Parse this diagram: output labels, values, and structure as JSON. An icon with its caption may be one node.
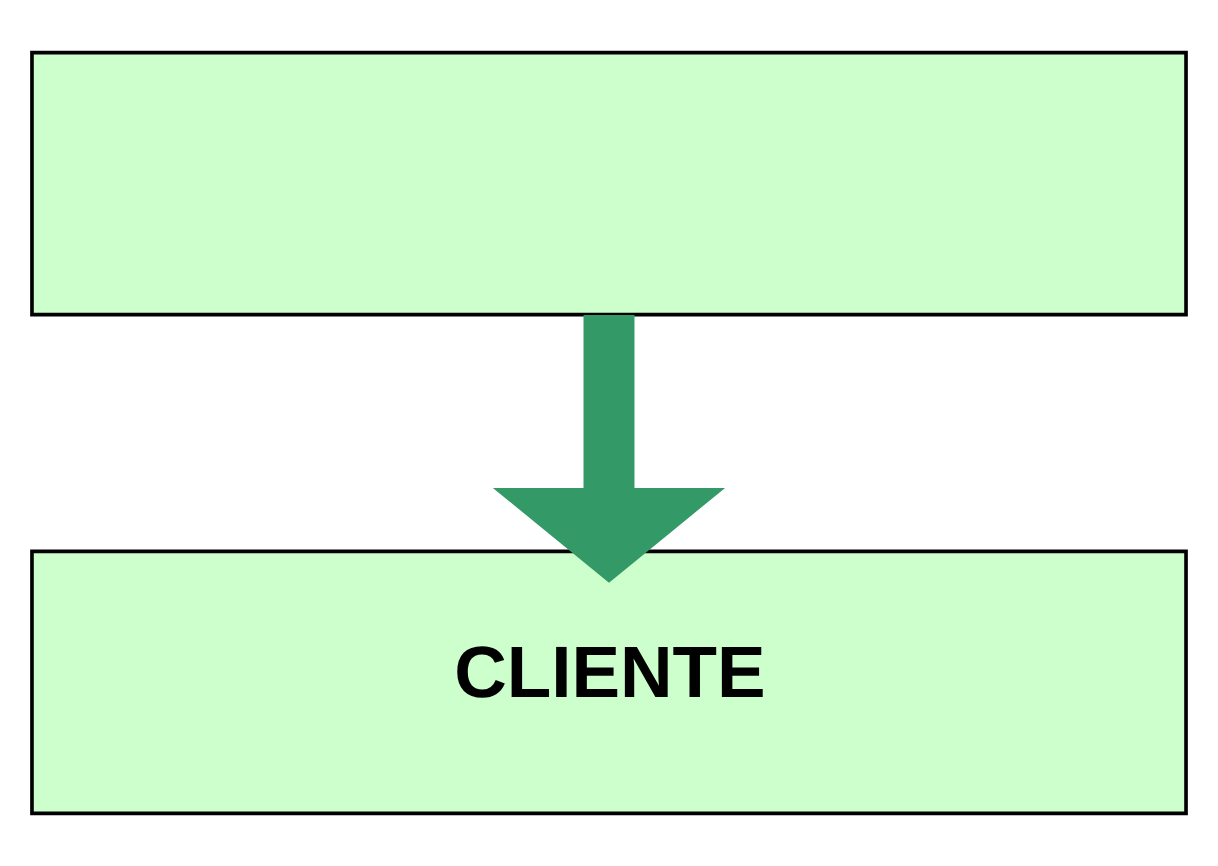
{
  "diagram": {
    "nodes": [
      {
        "text": [],
        "shape": "box"
      },
      {
        "text": [
          "CLIENTE"
        ]
      }
    ],
    "edges": [
      {
        "from": 0,
        "to": 1,
        "arrow": "to",
        "color": "#339966"
      }
    ]
  }
}
